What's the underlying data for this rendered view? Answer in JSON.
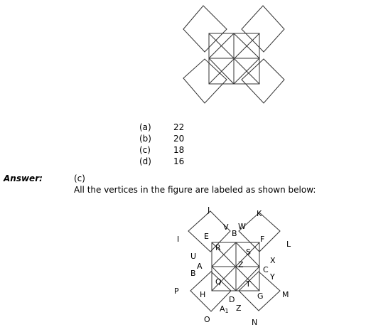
{
  "options": [
    {
      "label": "(a)",
      "value": "22"
    },
    {
      "label": "(b)",
      "value": "20"
    },
    {
      "label": "(c)",
      "value": "18"
    },
    {
      "label": "(d)",
      "value": "16"
    }
  ],
  "answer": {
    "label": "Answer:",
    "choice": "(c)",
    "explanation": "All the vertices in the figure are labeled as shown below:"
  },
  "figure_labels": {
    "J": "J",
    "K": "K",
    "I": "I",
    "L": "L",
    "V": "V",
    "W": "W",
    "E": "E",
    "F": "F",
    "B": "B",
    "R": "R",
    "S": "S",
    "U": "U",
    "X": "X",
    "A": "A",
    "Z": "Z",
    "C": "C",
    "B2": "B",
    "Y": "Y",
    "Q": "Q",
    "T": "T",
    "P": "P",
    "H": "H",
    "G": "G",
    "M": "M",
    "D": "D",
    "A1": "A",
    "A1_sub": "1",
    "Z2": "Z",
    "O": "O",
    "N": "N"
  }
}
